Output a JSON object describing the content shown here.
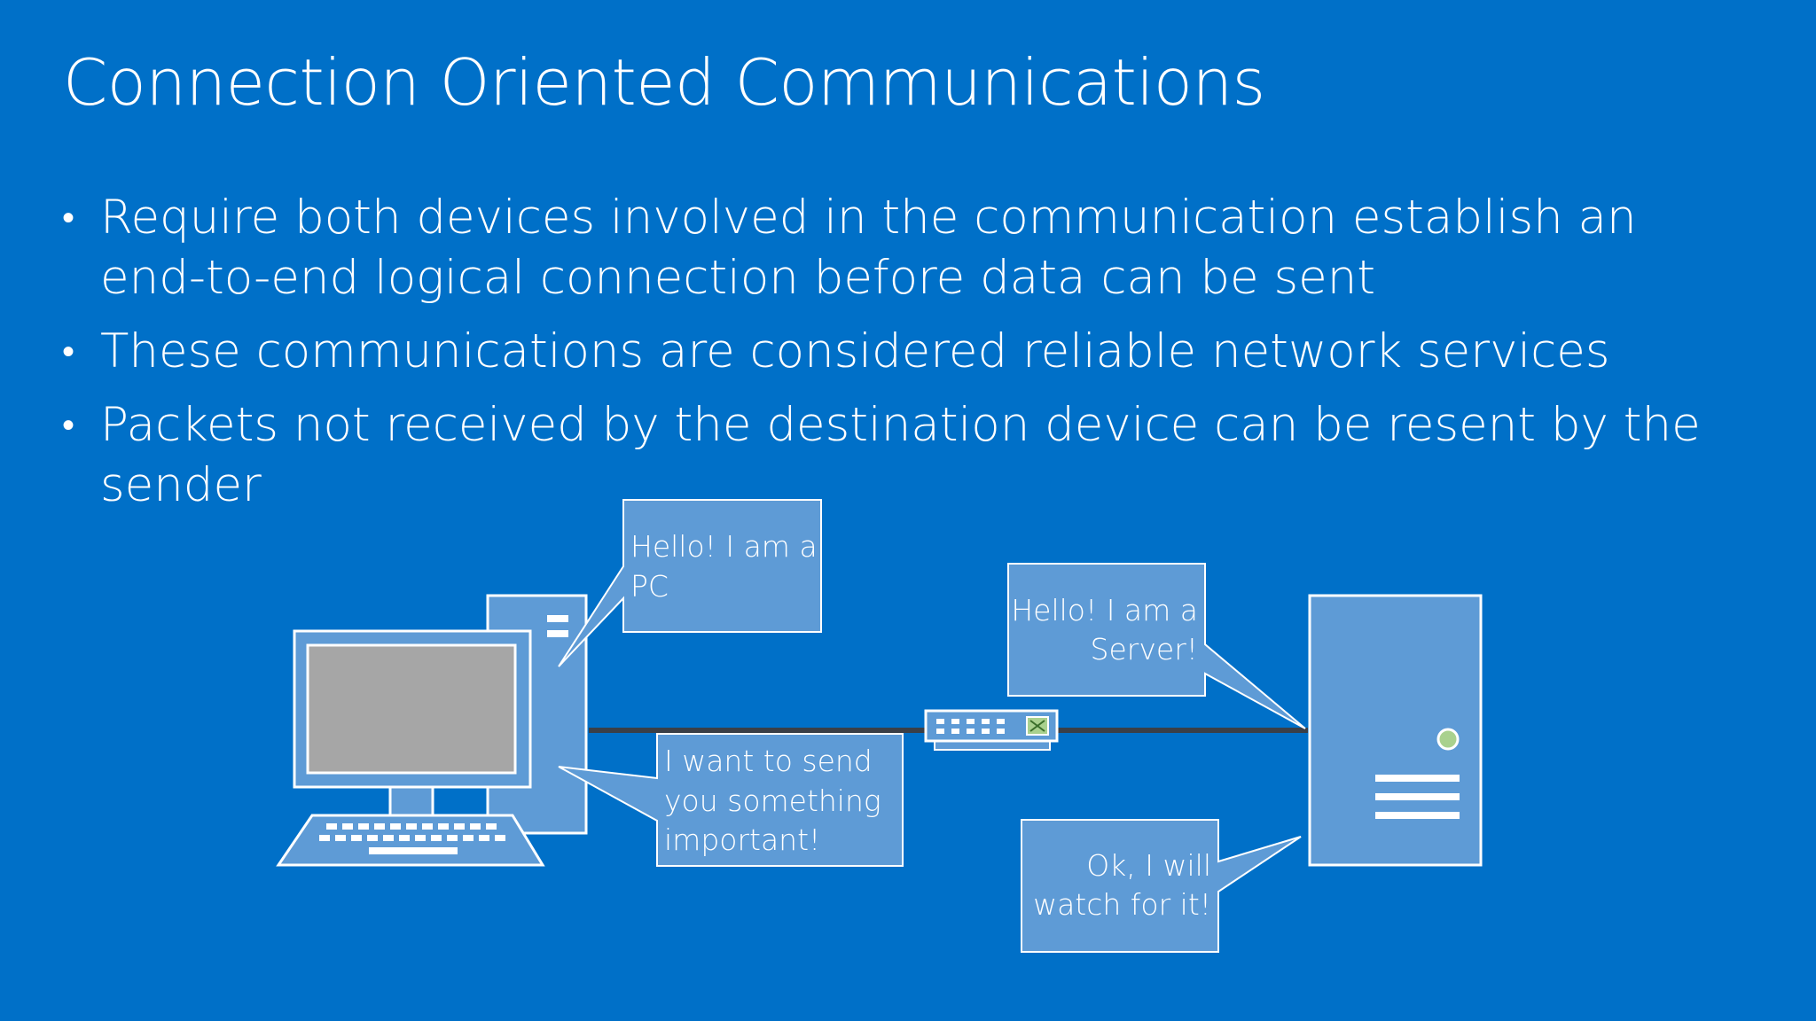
{
  "slide": {
    "title": "Connection Oriented Communications",
    "bullets": [
      "Require both devices involved in the communication establish an end-to-end logical connection before data can be sent",
      "These communications are considered reliable network services",
      "Packets not received by the destination device can be resent by the sender"
    ]
  },
  "diagram": {
    "pc_bubble_1": {
      "line1": "Hello! I am a",
      "line2": "PC"
    },
    "pc_bubble_2": {
      "line1": "I want to send",
      "line2": "you something",
      "line3": "important!"
    },
    "server_bubble_1": {
      "line1": "Hello! I am a",
      "line2": "Server!"
    },
    "server_bubble_2": {
      "line1": "Ok, I will",
      "line2": "watch for it!"
    }
  },
  "colors": {
    "background": "#0070c8",
    "device_fill": "#5e9bd6",
    "device_stroke": "#ffffff",
    "screen": "#a6a6a6",
    "cable": "#3a3f47",
    "status_led": "#a9d18e"
  }
}
